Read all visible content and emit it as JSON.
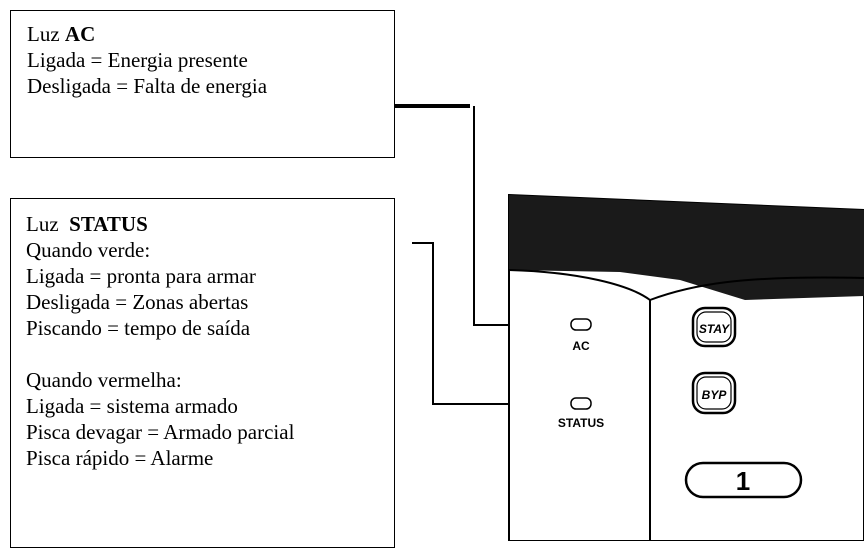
{
  "ac_box": {
    "title_prefix": "Luz",
    "title_bold": "AC",
    "lines": [
      "Ligada = Energia presente",
      "Desligada = Falta de energia"
    ]
  },
  "status_box": {
    "title_prefix": "Luz",
    "title_bold": "STATUS",
    "lines_green": [
      "Quando verde:",
      "Ligada = pronta para armar",
      "Desligada = Zonas abertas",
      "Piscando = tempo de saída"
    ],
    "lines_red": [
      "Quando vermelha:",
      "Ligada = sistema armado",
      "Pisca devagar = Armado parcial",
      "Pisca rápido = Alarme"
    ]
  },
  "panel": {
    "led_ac_label": "AC",
    "led_status_label": "STATUS",
    "button_stay": "STAY",
    "button_byp": "BYP",
    "button_1": "1"
  }
}
